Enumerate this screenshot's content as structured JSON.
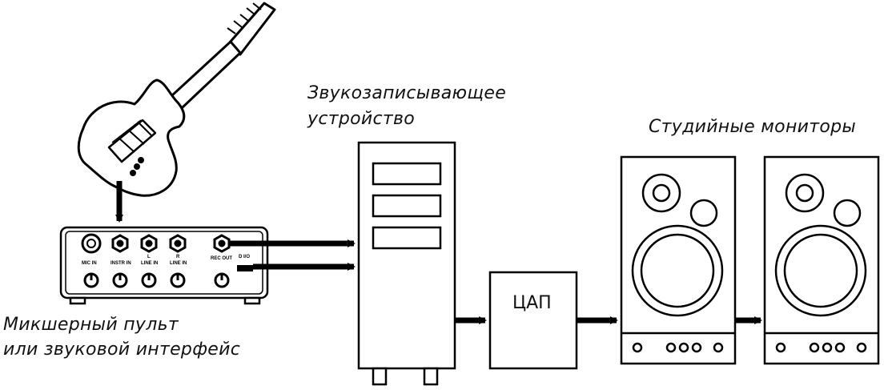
{
  "labels": {
    "recorder_line1": "Звукозаписывающее",
    "recorder_line2": "устройство",
    "monitors": "Студийные мониторы",
    "mixer_line1": "Микшерный пульт",
    "mixer_line2": "или звуковой интерфейс",
    "dac": "ЦАП"
  },
  "mixer_jacks": {
    "mic_in": "MIC IN",
    "instr_in": "INSTR IN",
    "l": "L",
    "line_in_l": "LINE IN",
    "r": "R",
    "line_in_r": "LINE IN",
    "rec_out": "REC OUT",
    "dio": "D I/O"
  },
  "colors": {
    "stroke": "#000000",
    "background": "#ffffff"
  }
}
